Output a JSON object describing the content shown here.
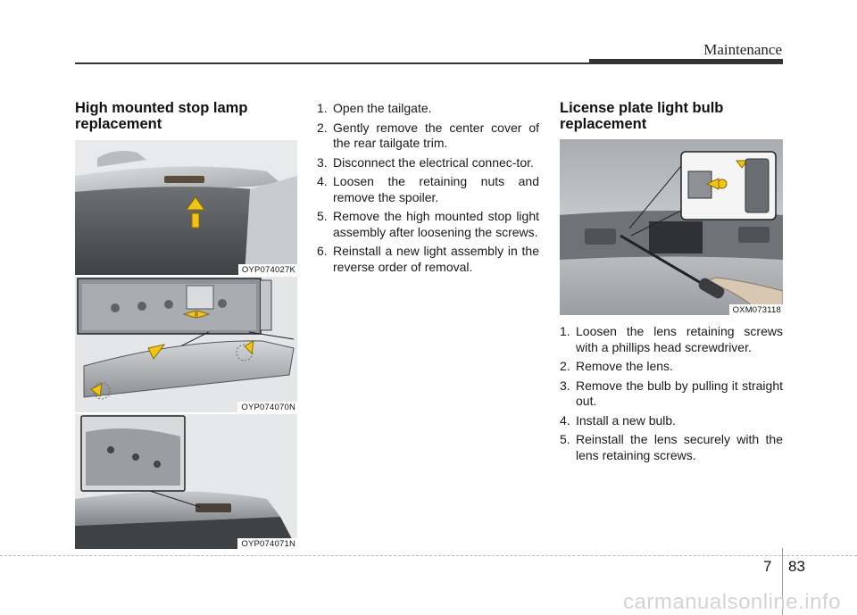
{
  "header": {
    "section_title": "Maintenance"
  },
  "left_section": {
    "title": "High mounted stop lamp replacement",
    "figures": [
      {
        "label": "OYP074027K"
      },
      {
        "label": "OYP074070N"
      },
      {
        "label": "OYP074071N"
      }
    ]
  },
  "middle_section": {
    "steps": [
      {
        "num": "1.",
        "text": "Open the tailgate."
      },
      {
        "num": "2.",
        "text": "Gently remove the center cover of the rear tailgate trim."
      },
      {
        "num": "3.",
        "text": "Disconnect the electrical connec-tor."
      },
      {
        "num": "4.",
        "text": "Loosen the retaining nuts and remove the spoiler."
      },
      {
        "num": "5.",
        "text": "Remove the high mounted stop light assembly after loosening the screws."
      },
      {
        "num": "6.",
        "text": "Reinstall a new light assembly in the reverse order of removal."
      }
    ]
  },
  "right_section": {
    "title": "License plate light bulb replacement",
    "figure": {
      "label": "OXM073118"
    },
    "steps": [
      {
        "num": "1.",
        "text": "Loosen the lens retaining screws with a phillips head screwdriver."
      },
      {
        "num": "2.",
        "text": "Remove the lens."
      },
      {
        "num": "3.",
        "text": "Remove the bulb by pulling it straight out."
      },
      {
        "num": "4.",
        "text": "Install a new bulb."
      },
      {
        "num": "5.",
        "text": "Reinstall the lens securely with the lens retaining screws."
      }
    ]
  },
  "footer": {
    "chapter": "7",
    "page": "83",
    "watermark": "carmanualsonline.info"
  },
  "colors": {
    "arrow_yellow": "#f2c419",
    "header_rule": "#333333"
  }
}
